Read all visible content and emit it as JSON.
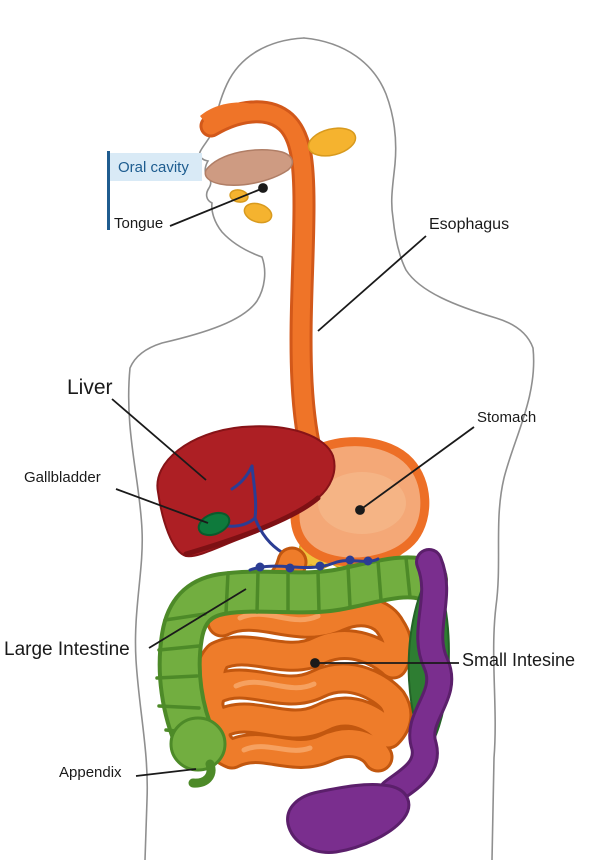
{
  "labels": {
    "oral_cavity": "Oral cavity",
    "tongue": "Tongue",
    "esophagus": "Esophagus",
    "liver": "Liver",
    "gallbladder": "Gallbladder",
    "stomach": "Stomach",
    "large_intestine": "Large Intestine",
    "small_intestine": "Small Intesine",
    "appendix": "Appendix"
  },
  "colors": {
    "esophagus": "#EF7428",
    "esophagus_outline": "#D2581A",
    "liver": "#AD1F24",
    "liver_shadow": "#7E1014",
    "gallbladder": "#0E7A3C",
    "stomach_fill": "#F4A877",
    "stomach_outline": "#ED6F26",
    "large_intestine": "#72AE40",
    "large_intestine_outline": "#4D8A28",
    "small_intestine": "#EE7C2A",
    "small_intestine_outline": "#C2570F",
    "descending_colon_leaf": "#2E7D32",
    "rectum_purple": "#7A2E8E",
    "rectum_purple_outline": "#5B1F6B",
    "salivary_gland_yellow": "#F5B32F",
    "pancreas_yellow": "#F0C13B",
    "tongue_fill": "#CE9B82",
    "bile_duct_blue": "#2B3D94",
    "oral_cavity_text": "#1D5C8F",
    "oral_cavity_box_bg": "#D9EAF6",
    "bracket_blue": "#1F5C8F",
    "body_outline": "#8F8F8F",
    "pointer_line": "#1A1A1A"
  }
}
